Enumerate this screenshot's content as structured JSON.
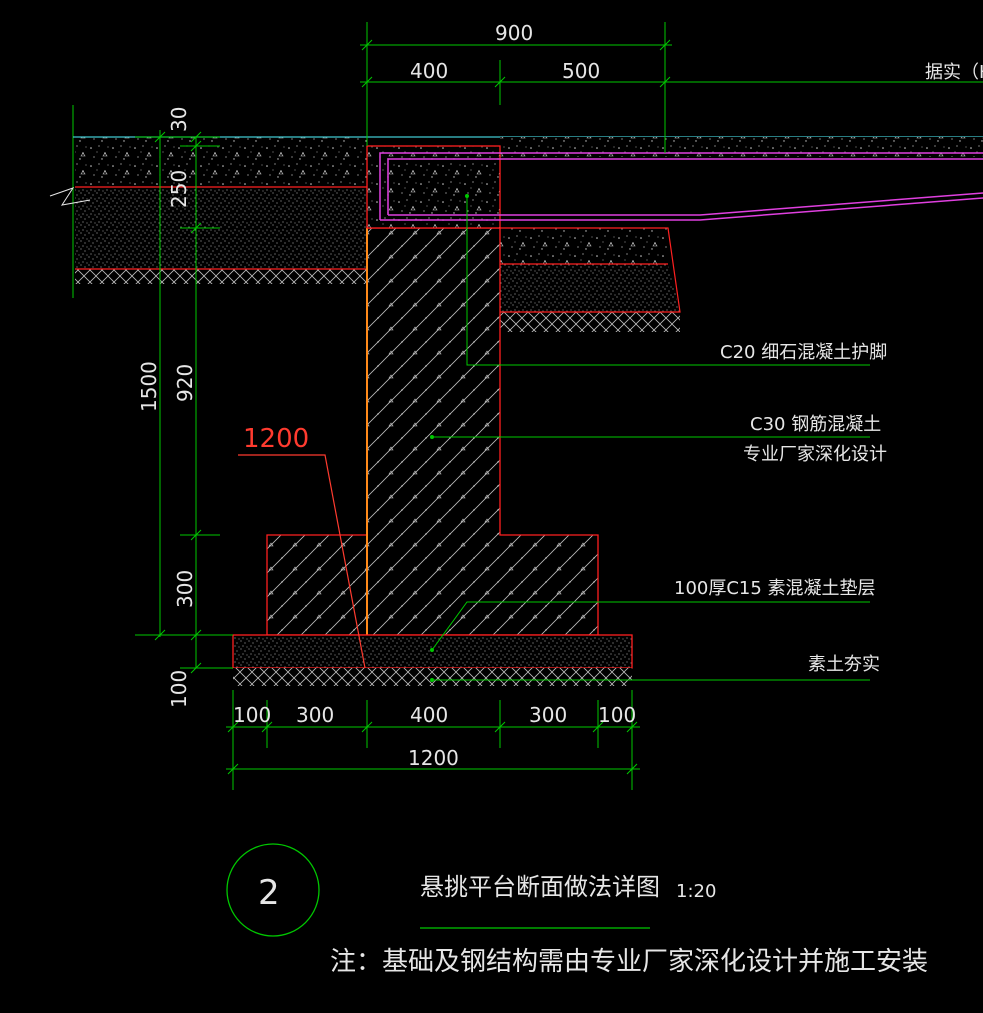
{
  "dimensions": {
    "top_total": "900",
    "top_left": "400",
    "top_right": "500",
    "top_right_truncated": "据实（H",
    "vert_30": "30",
    "vert_250": "250",
    "vert_1500": "1500",
    "vert_920": "920",
    "vert_300": "300",
    "vert_100": "100",
    "bottom_segments": [
      "100",
      "300",
      "400",
      "300",
      "100"
    ],
    "bottom_total": "1200",
    "red_callout": "1200"
  },
  "labels": {
    "c20": "C20 细石混凝土护脚",
    "c30": "C30 钢筋混凝土",
    "manufacturer": "专业厂家深化设计",
    "c15": "100厚C15 素混凝土垫层",
    "soil": "素土夯实"
  },
  "title": {
    "number": "2",
    "text": "悬挑平台断面做法详图",
    "scale": "1:20"
  },
  "note": "注：基础及钢结构需由专业厂家深化设计并施工安装",
  "colors": {
    "background": "#000000",
    "dimension_line": "#00c800",
    "outline": "#ff2020",
    "steel": "#e040e0",
    "ground_line": "#40c8d0",
    "text": "#e6e6e6",
    "callout": "#ff3b2f"
  }
}
